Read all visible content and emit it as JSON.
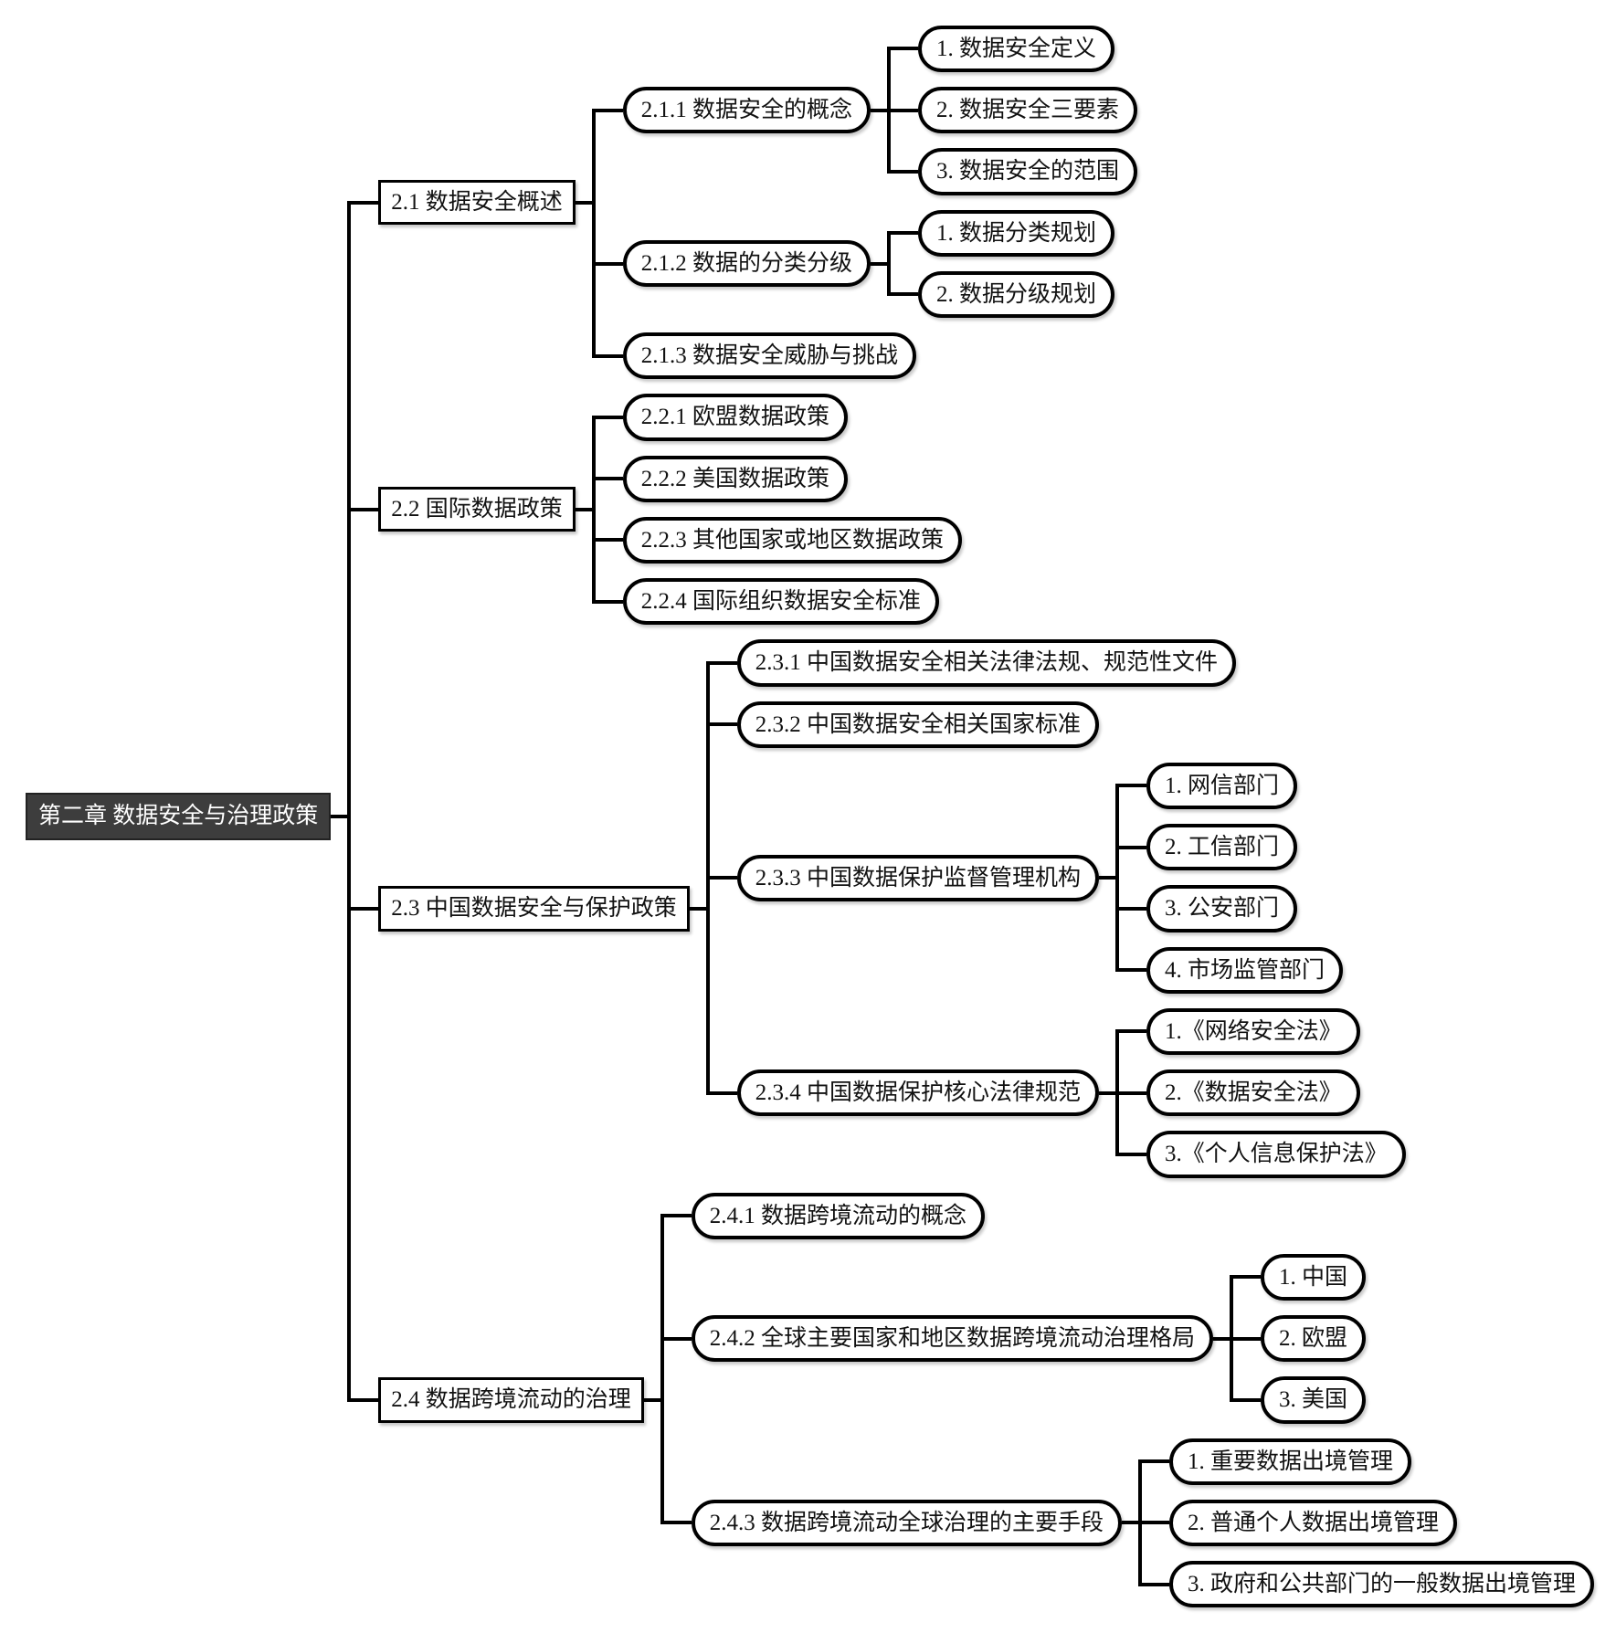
{
  "colors": {
    "line": "#000000",
    "node_border": "#000000",
    "node_bg": "#ffffff",
    "root_bg": "#3d3d3d",
    "root_text": "#ffffff"
  },
  "root": {
    "label": "第二章 数据安全与治理政策",
    "children": [
      {
        "label": "2.1 数据安全概述",
        "children": [
          {
            "label": "2.1.1 数据安全的概念",
            "children": [
              {
                "label": "1. 数据安全定义"
              },
              {
                "label": "2. 数据安全三要素"
              },
              {
                "label": "3. 数据安全的范围"
              }
            ]
          },
          {
            "label": "2.1.2 数据的分类分级",
            "children": [
              {
                "label": "1. 数据分类规划"
              },
              {
                "label": "2. 数据分级规划"
              }
            ]
          },
          {
            "label": "2.1.3 数据安全威胁与挑战"
          }
        ]
      },
      {
        "label": "2.2 国际数据政策",
        "children": [
          {
            "label": "2.2.1 欧盟数据政策"
          },
          {
            "label": "2.2.2 美国数据政策"
          },
          {
            "label": "2.2.3 其他国家或地区数据政策"
          },
          {
            "label": "2.2.4 国际组织数据安全标准"
          }
        ]
      },
      {
        "label": "2.3 中国数据安全与保护政策",
        "children": [
          {
            "label": "2.3.1 中国数据安全相关法律法规、规范性文件"
          },
          {
            "label": "2.3.2 中国数据安全相关国家标准"
          },
          {
            "label": "2.3.3 中国数据保护监督管理机构",
            "children": [
              {
                "label": "1. 网信部门"
              },
              {
                "label": "2. 工信部门"
              },
              {
                "label": "3. 公安部门"
              },
              {
                "label": "4. 市场监管部门"
              }
            ]
          },
          {
            "label": "2.3.4 中国数据保护核心法律规范",
            "children": [
              {
                "label": "1.《网络安全法》"
              },
              {
                "label": "2.《数据安全法》"
              },
              {
                "label": "3.《个人信息保护法》"
              }
            ]
          }
        ]
      },
      {
        "label": "2.4 数据跨境流动的治理",
        "children": [
          {
            "label": "2.4.1 数据跨境流动的概念"
          },
          {
            "label": "2.4.2 全球主要国家和地区数据跨境流动治理格局",
            "children": [
              {
                "label": "1. 中国"
              },
              {
                "label": "2. 欧盟"
              },
              {
                "label": "3. 美国"
              }
            ]
          },
          {
            "label": "2.4.3 数据跨境流动全球治理的主要手段",
            "children": [
              {
                "label": "1. 重要数据出境管理"
              },
              {
                "label": "2. 普通个人数据出境管理"
              },
              {
                "label": "3. 政府和公共部门的一般数据出境管理"
              }
            ]
          }
        ]
      }
    ]
  }
}
